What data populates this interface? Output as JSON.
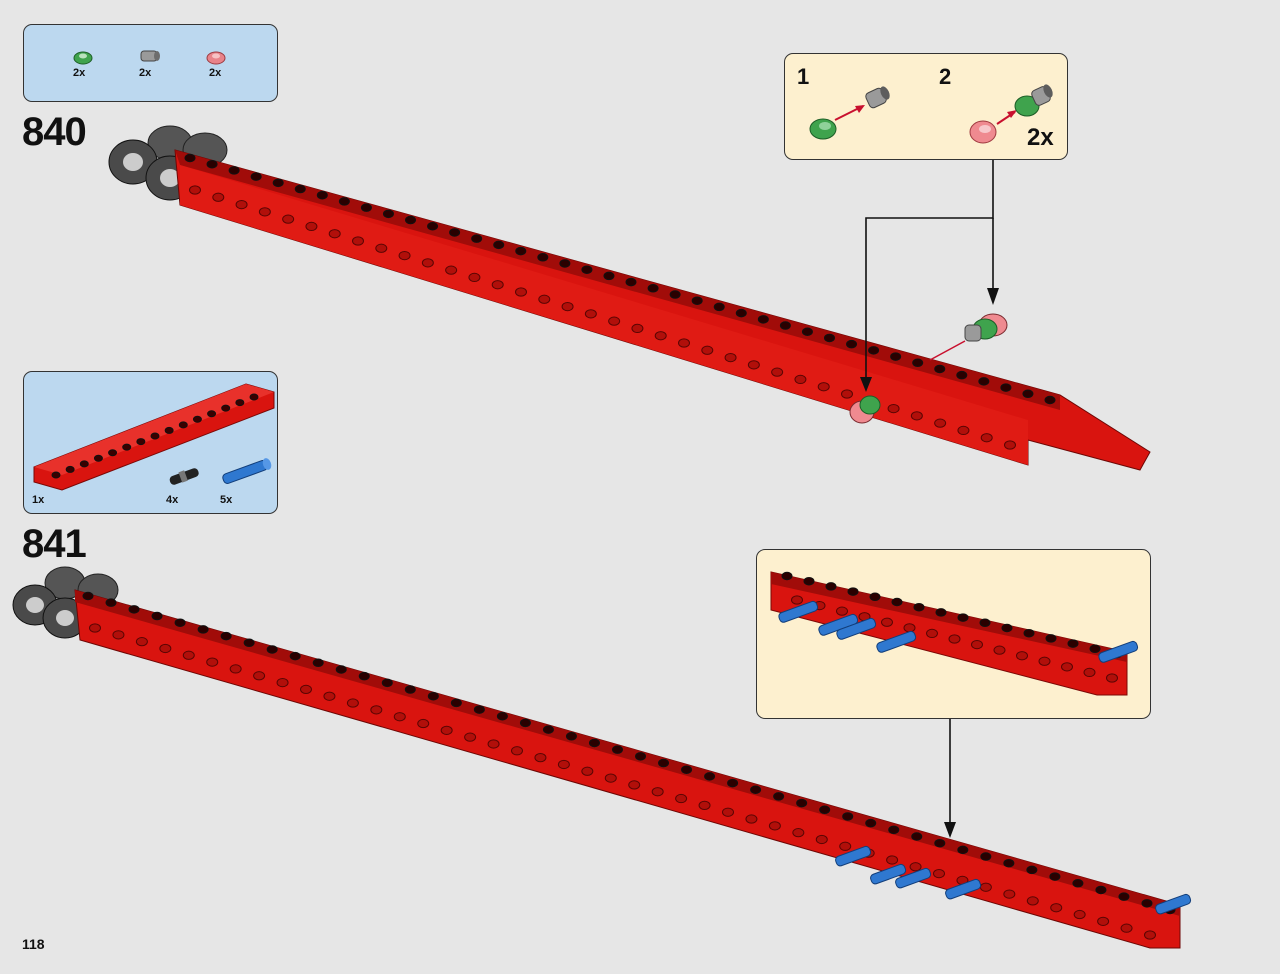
{
  "page_number": "118",
  "steps": [
    {
      "number": "840",
      "parts": [
        {
          "icon": "green-bushing-icon",
          "qty": "2x",
          "color": "#3fa34d"
        },
        {
          "icon": "gray-connector-icon",
          "qty": "2x",
          "color": "#9a9a9a"
        },
        {
          "icon": "red-bushing-icon",
          "qty": "2x",
          "color": "#e8838a"
        }
      ],
      "callout": {
        "substeps": [
          "1",
          "2"
        ],
        "multiplier": "2x"
      }
    },
    {
      "number": "841",
      "parts": [
        {
          "icon": "red-beam-icon",
          "qty": "1x",
          "color": "#d40000"
        },
        {
          "icon": "black-pin-icon",
          "qty": "4x",
          "color": "#222222"
        },
        {
          "icon": "blue-axle-pin-icon",
          "qty": "5x",
          "color": "#2f78d0"
        }
      ]
    }
  ],
  "colors": {
    "beam": "#d9140f",
    "beam_dark": "#a10c09",
    "hole": "#2a0000",
    "background": "#e6e6e6",
    "parts_box": "#bcd8ef",
    "callout_box": "#fdf0cf"
  }
}
